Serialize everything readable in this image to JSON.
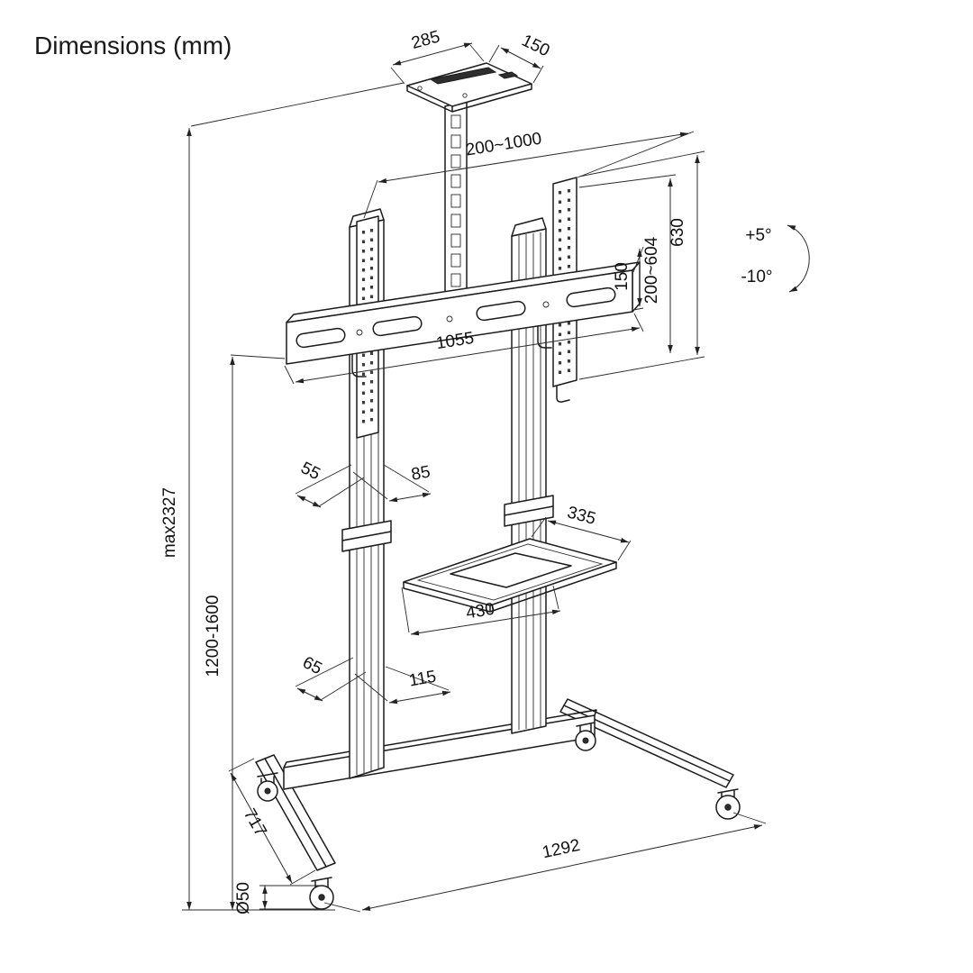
{
  "title": "Dimensions (mm)",
  "dims": {
    "tray_width": "285",
    "tray_depth": "150",
    "pole_travel": "200~1000",
    "bracket_outer_height": "630",
    "vesa_height_range": "200~604",
    "hole_spacing": "150",
    "tilt_up": "+5°",
    "tilt_down": "-10°",
    "bracket_width": "1055",
    "col_depth_upper": "55",
    "col_width_upper": "85",
    "shelf_depth": "335",
    "shelf_width": "430",
    "col_depth_lower": "65",
    "col_width_lower": "115",
    "max_height": "max2327",
    "height_range": "1200-1600",
    "base_depth": "717",
    "base_width": "1292",
    "caster_diameter": "Ø50"
  }
}
